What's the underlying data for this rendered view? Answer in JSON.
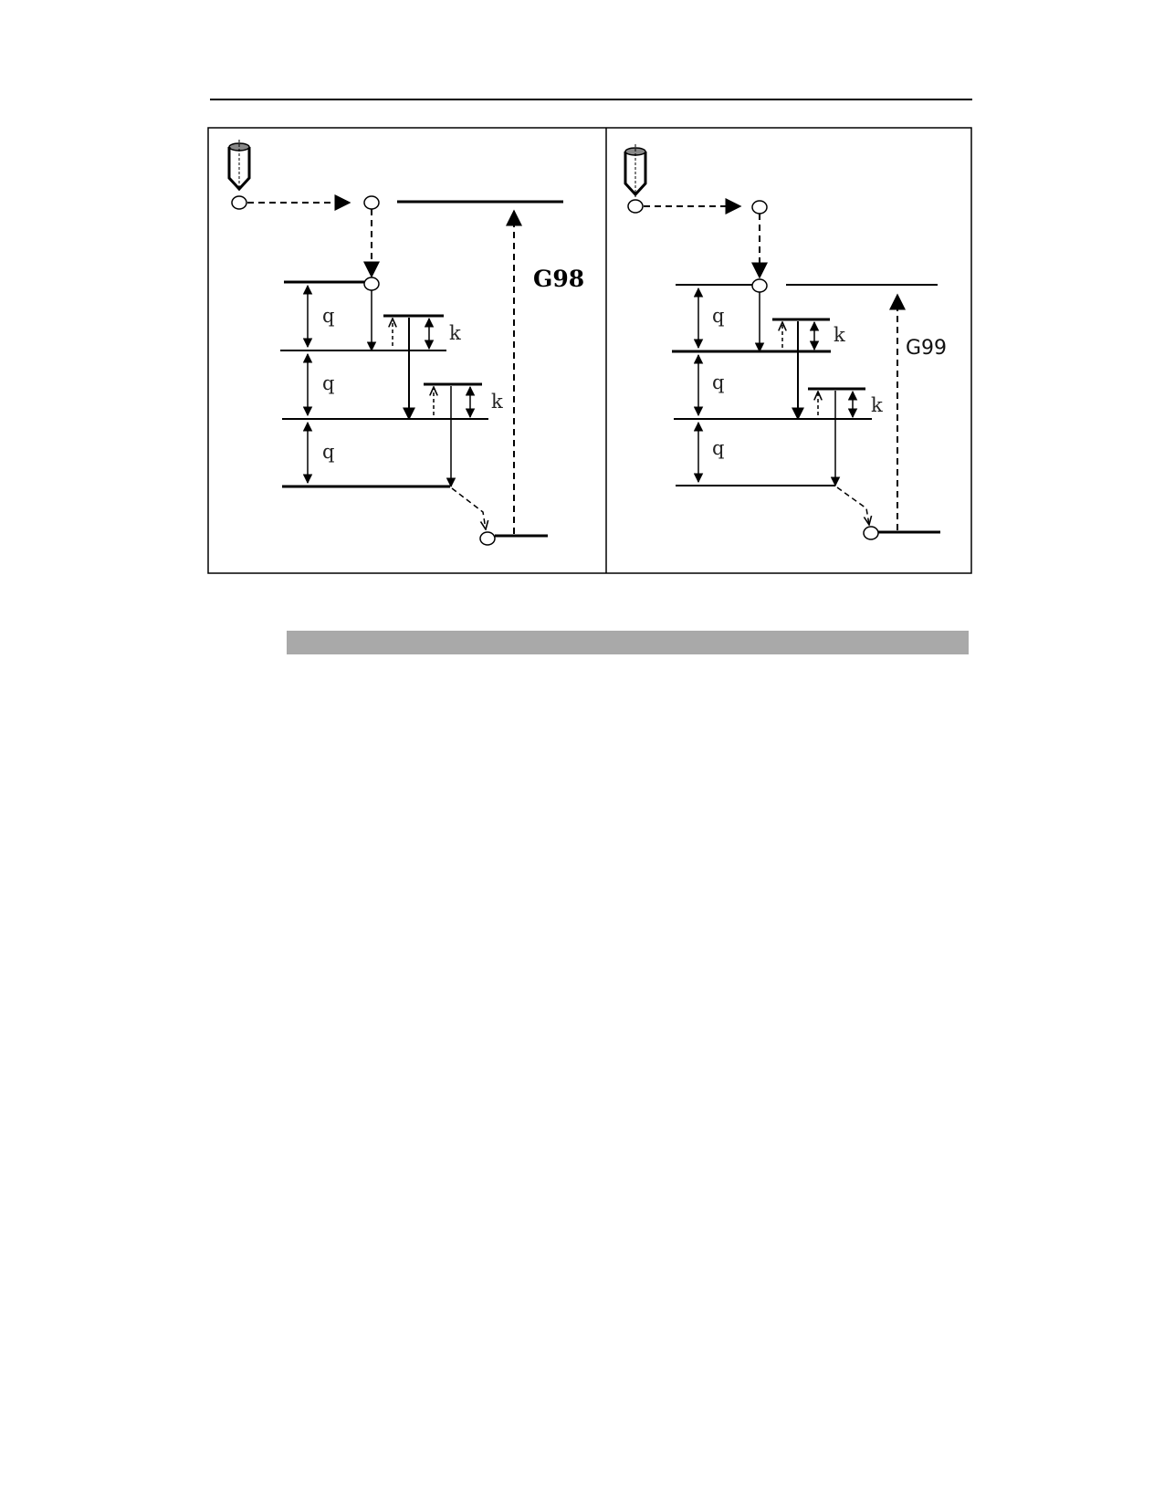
{
  "figure": {
    "left_panel": {
      "mode_label": "G98",
      "q_labels": [
        "q",
        "q",
        "q"
      ],
      "k_labels": [
        "k",
        "k"
      ]
    },
    "right_panel": {
      "mode_label": "G99",
      "q_labels": [
        "q",
        "q",
        "q"
      ],
      "k_labels": [
        "k",
        "k"
      ]
    }
  },
  "colors": {
    "line": "#000000",
    "bar": "#a9a9a9"
  }
}
